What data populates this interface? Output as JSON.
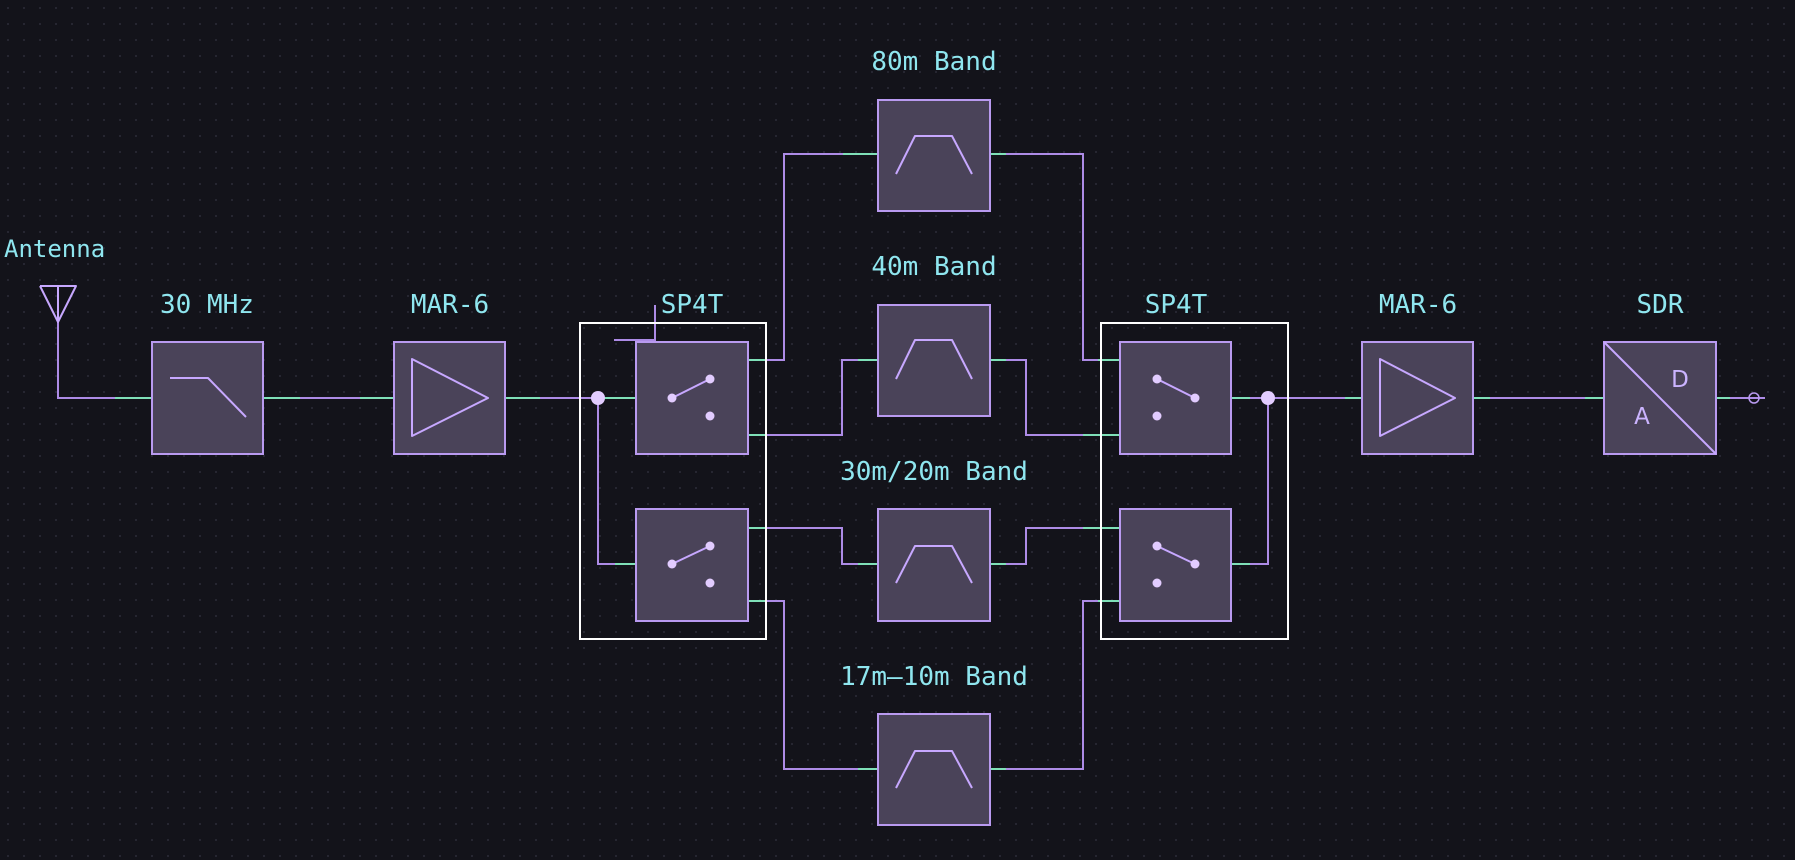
{
  "diagram": {
    "title": "",
    "antenna": {
      "label": "Antenna"
    },
    "lowpass": {
      "label": "30 MHz"
    },
    "amp_in": {
      "label": "MAR-6"
    },
    "switch_in": {
      "label": "SP4T"
    },
    "bands": [
      {
        "label": "80m Band"
      },
      {
        "label": "40m Band"
      },
      {
        "label": "30m/20m Band"
      },
      {
        "label": "17m–10m Band"
      }
    ],
    "switch_out": {
      "label": "SP4T"
    },
    "amp_out": {
      "label": "MAR-6"
    },
    "adc": {
      "label": "SDR",
      "in_letter": "A",
      "out_letter": "D"
    }
  },
  "colors": {
    "background": "#13131a",
    "label_text": "#8fe6ef",
    "block_fill": "#4a4359",
    "block_stroke": "#b99af0",
    "wire": "#ad8be6",
    "pin_stub": "#7fe0b8",
    "group_outline": "#ffffff",
    "junction_dot": "#e2ccff"
  },
  "icons": [
    "antenna-icon",
    "lowpass-filter-icon",
    "amplifier-icon",
    "switch-icon",
    "bandpass-filter-icon",
    "adc-icon",
    "output-terminal-icon",
    "junction-dot"
  ]
}
